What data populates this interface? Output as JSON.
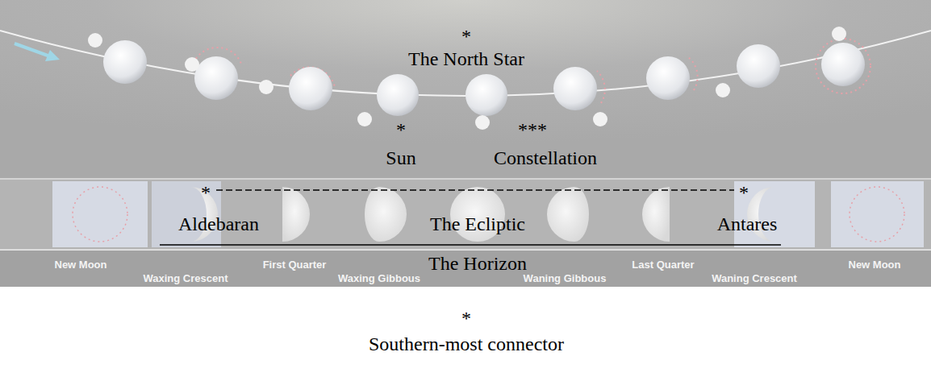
{
  "diagram": {
    "labels": [
      "*",
      "The North Star",
      "*",
      "***",
      "Sun",
      "Constellation",
      "*",
      "*",
      "Aldebaran",
      "The Ecliptic",
      "Antares",
      "New Moon",
      "First Quarter",
      "The Horizon",
      "Last Quarter",
      "New Moon",
      "Waxing Crescent",
      "Waxing Gibbous",
      "Waning Gibbous",
      "Waning Crescent",
      "*",
      "Southern-most connector"
    ]
  }
}
